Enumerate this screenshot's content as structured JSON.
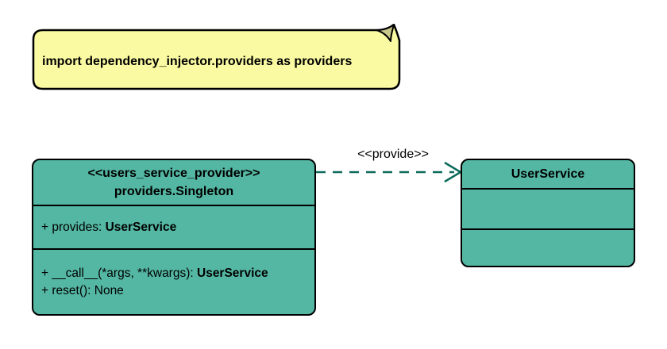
{
  "colors": {
    "class_fill": "#54b7a3",
    "note_fill": "#fafaa2",
    "note_fold": "#c8c88a",
    "border": "#000000",
    "arrow": "#0c6b5b"
  },
  "note": {
    "text": "import dependency_injector.providers as providers"
  },
  "provider_class": {
    "stereotype": "<<users_service_provider>>",
    "name": "providers.Singleton",
    "attributes": [
      {
        "text": "+ provides: ",
        "type": "UserService"
      }
    ],
    "methods": [
      {
        "text": "+ __call__(*args, **kwargs): ",
        "type": "UserService"
      },
      {
        "text": "+ reset(): None",
        "type": ""
      }
    ]
  },
  "service_class": {
    "name": "UserService"
  },
  "relation": {
    "label": "<<provide>>"
  }
}
